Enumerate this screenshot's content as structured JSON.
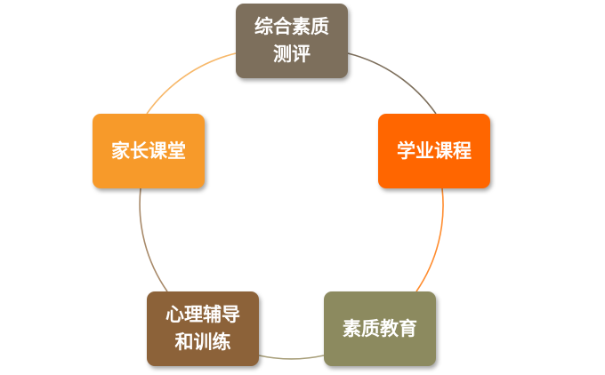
{
  "diagram": {
    "nodes": [
      {
        "id": "top",
        "lines": [
          "综合素质",
          "测评"
        ],
        "color": "#7d6f5c"
      },
      {
        "id": "right",
        "lines": [
          "学业课程"
        ],
        "color": "#ff6600"
      },
      {
        "id": "bottom-right",
        "lines": [
          "素质教育"
        ],
        "color": "#8c8a5f"
      },
      {
        "id": "bottom-left",
        "lines": [
          "心理辅导",
          "和训练"
        ],
        "color": "#8c6239"
      },
      {
        "id": "left",
        "lines": [
          "家长课堂"
        ],
        "color": "#f79a2a"
      }
    ],
    "connector_colors": {
      "top_to_right": "#7d6f5c",
      "right_to_bottom_right": "#ff8c2e",
      "bottom_right_to_bottom_left": "#a89f7a",
      "bottom_left_to_left": "#a88a6a",
      "left_to_top": "#f7b86a"
    }
  }
}
